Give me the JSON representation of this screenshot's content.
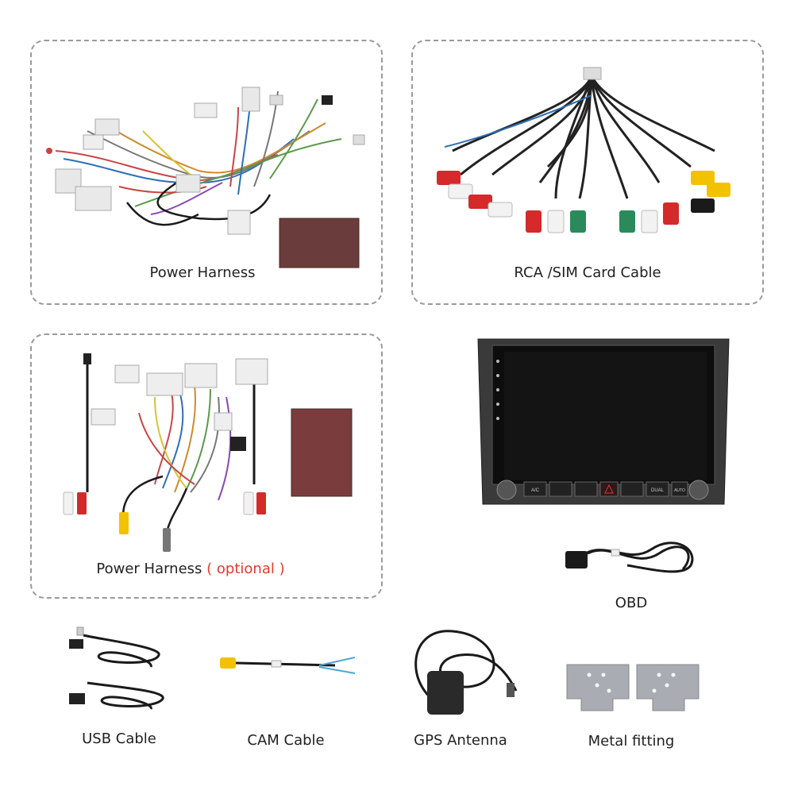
{
  "panels": {
    "power_harness": {
      "label": "Power Harness"
    },
    "rca_sim": {
      "label": "RCA /SIM Card Cable"
    },
    "power_harness_optional": {
      "label": "Power Harness",
      "note": "( optional )"
    }
  },
  "items": {
    "obd": {
      "label": "OBD"
    },
    "usb_cable": {
      "label": "USB Cable"
    },
    "cam_cable": {
      "label": "CAM Cable"
    },
    "gps_antenna": {
      "label": "GPS Antenna"
    },
    "metal_fitting": {
      "label": "Metal fitting"
    }
  },
  "head_unit": {
    "buttons": [
      "A/C",
      "DUAL",
      "AUTO"
    ]
  },
  "colors": {
    "panel_border": "#9a9a9a",
    "optional_text": "#e23b2e",
    "rca_red": "#d42a2a",
    "rca_white": "#f2f2f2",
    "rca_yellow": "#f2c200",
    "rca_green": "#2a8a5a",
    "black_cable": "#1a1a1a"
  }
}
